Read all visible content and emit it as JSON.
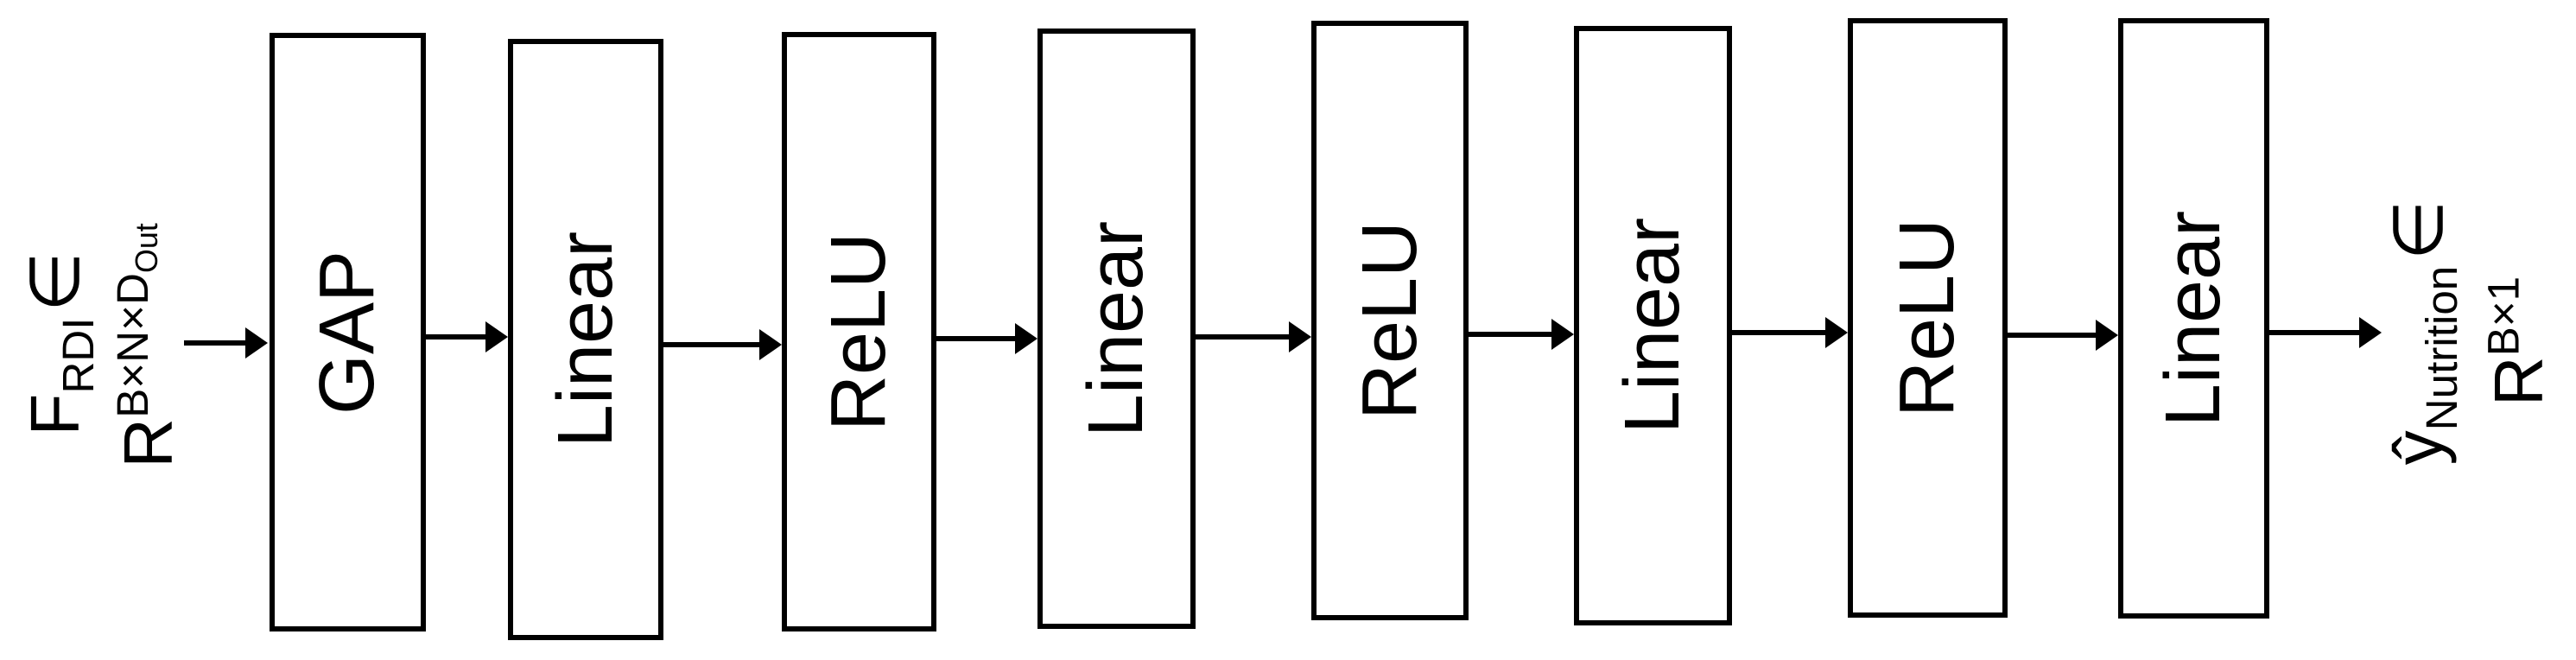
{
  "diagram": {
    "colors": {
      "ink": "#000000",
      "background": "#ffffff"
    },
    "layers": [
      {
        "label": "GAP"
      },
      {
        "label": "Linear"
      },
      {
        "label": "ReLU"
      },
      {
        "label": "Linear"
      },
      {
        "label": "ReLU"
      },
      {
        "label": "Linear"
      },
      {
        "label": "ReLU"
      },
      {
        "label": "Linear"
      }
    ],
    "input": {
      "symbol": "F",
      "symbol_subscript": "RDI",
      "element_of": "∈",
      "space_symbol": "R",
      "space_superscript": "B×N×D",
      "space_superscript_subscript": "Out"
    },
    "output": {
      "symbol": "ŷ",
      "symbol_subscript": "Nutrition",
      "element_of": "∈",
      "space_symbol": "R",
      "space_superscript": "B×1"
    }
  }
}
